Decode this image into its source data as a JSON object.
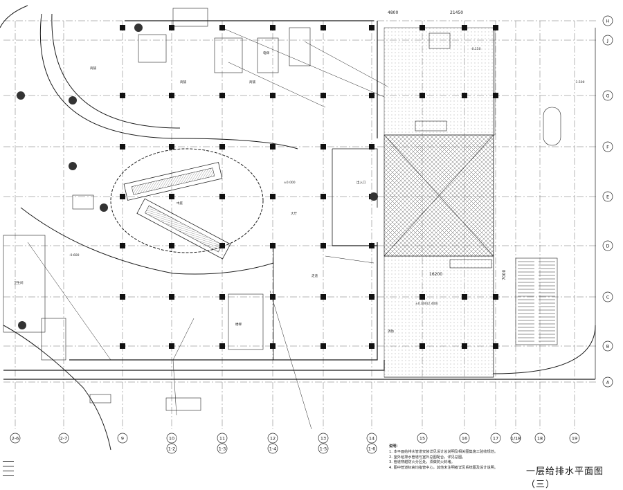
{
  "title": "一层给排水平面图（三）",
  "dimensions": {
    "top_span": "21450",
    "top_left": "4800",
    "right_a": "7000",
    "mid_span": "16200"
  },
  "column_axes": [
    "2-6",
    "2-7",
    "9",
    "10",
    "1-2",
    "11",
    "1-3",
    "12",
    "1-4",
    "13",
    "1-5",
    "14",
    "1-6",
    "15",
    "16",
    "17",
    "1/18",
    "18",
    "19"
  ],
  "row_axes": [
    "J",
    "H",
    "G",
    "F",
    "E",
    "D",
    "C",
    "B",
    "A"
  ],
  "room_labels": {
    "hall": "大厅",
    "atrium": "中庭",
    "stair": "楼梯",
    "elevator": "电梯",
    "shop": "商铺",
    "corridor": "走道",
    "entrance": "出入口",
    "toilet": "卫生间",
    "fire": "消防"
  },
  "level_marks": [
    "-0.150",
    "±0.000",
    "-1.500",
    "-0.600",
    "±0.000(2.400)"
  ],
  "notes": {
    "heading": "说明：",
    "items": [
      "1. 本平面给排水管道安装详见设计总说明及相关图集施工验收规范。",
      "2. 室外给排水管道与室外总图配合，详见总图。",
      "3. 管道穿越防火分区处，须做防火封堵。",
      "4. 图中管道标高均指管中心，其他未注明者详见系统图及设计说明。"
    ]
  },
  "colors": {
    "line": "#1a1a1a",
    "hatch": "#555555",
    "column": "#111111"
  }
}
